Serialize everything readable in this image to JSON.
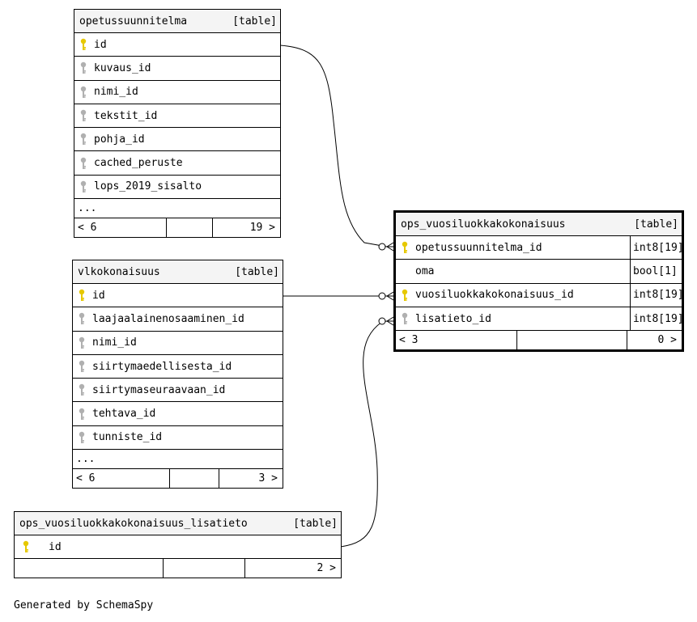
{
  "tables": {
    "opetussuunnitelma": {
      "name": "opetussuunnitelma",
      "tag": "[table]",
      "columns": [
        {
          "name": "id",
          "key": "primary"
        },
        {
          "name": "kuvaus_id",
          "key": "foreign"
        },
        {
          "name": "nimi_id",
          "key": "foreign"
        },
        {
          "name": "tekstit_id",
          "key": "foreign"
        },
        {
          "name": "pohja_id",
          "key": "foreign"
        },
        {
          "name": "cached_peruste",
          "key": "foreign"
        },
        {
          "name": "lops_2019_sisalto",
          "key": "foreign"
        }
      ],
      "more": "...",
      "footer": {
        "left": "< 6",
        "right": "19 >"
      }
    },
    "vlkokonaisuus": {
      "name": "vlkokonaisuus",
      "tag": "[table]",
      "columns": [
        {
          "name": "id",
          "key": "primary"
        },
        {
          "name": "laajaalainenosaaminen_id",
          "key": "foreign"
        },
        {
          "name": "nimi_id",
          "key": "foreign"
        },
        {
          "name": "siirtymaedellisesta_id",
          "key": "foreign"
        },
        {
          "name": "siirtymaseuraavaan_id",
          "key": "foreign"
        },
        {
          "name": "tehtava_id",
          "key": "foreign"
        },
        {
          "name": "tunniste_id",
          "key": "foreign"
        }
      ],
      "more": "...",
      "footer": {
        "left": "< 6",
        "right": "3 >"
      }
    },
    "ops_vuosiluokkakokonaisuus_lisatieto": {
      "name": "ops_vuosiluokkakokonaisuus_lisatieto",
      "tag": "[table]",
      "columns": [
        {
          "name": "id",
          "key": "primary"
        }
      ],
      "footer": {
        "left": "",
        "right": "2 >"
      }
    },
    "ops_vuosiluokkakokonaisuus": {
      "name": "ops_vuosiluokkakokonaisuus",
      "tag": "[table]",
      "columns": [
        {
          "name": "opetussuunnitelma_id",
          "key": "primary",
          "type": "int8[19]"
        },
        {
          "name": "oma",
          "key": "none",
          "type": "bool[1]"
        },
        {
          "name": "vuosiluokkakokonaisuus_id",
          "key": "primary",
          "type": "int8[19]"
        },
        {
          "name": "lisatieto_id",
          "key": "foreign",
          "type": "int8[19]"
        }
      ],
      "footer": {
        "left": "< 3",
        "right": "0 >"
      }
    }
  },
  "generated_by": "Generated by SchemaSpy",
  "colors": {
    "primary_key": "#e6c800",
    "foreign_key": "#b0b0b0",
    "header_bg": "#f4f4f4"
  }
}
